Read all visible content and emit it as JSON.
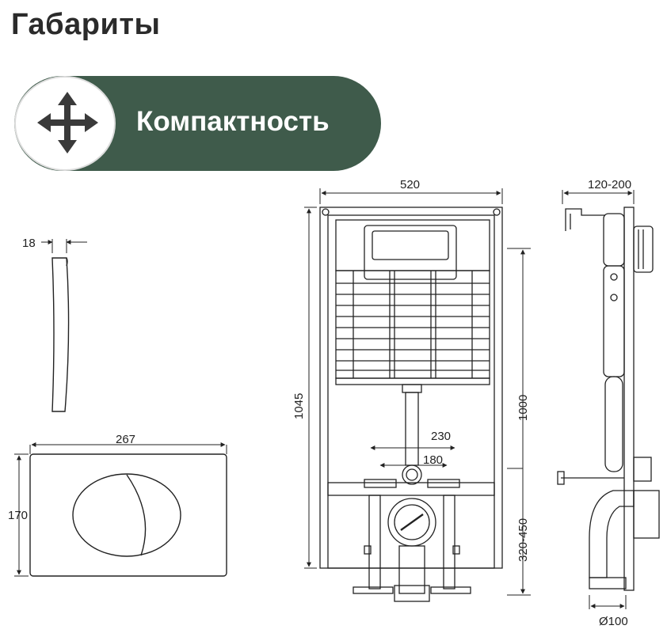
{
  "title": "Габариты",
  "badge": {
    "label": "Компактность",
    "icon": "four-way-arrows-icon",
    "color": "#3f5b4b"
  },
  "dimensions": {
    "width_frame": "520",
    "depth": "120-200",
    "height_total": "1045",
    "height_frame": "1000",
    "bolt_spacing_outer": "230",
    "bolt_spacing_inner": "180",
    "outlet_height": "320-450",
    "pipe_diameter": "Ø100",
    "plate_thickness": "18",
    "plate_width": "267",
    "plate_height": "170"
  }
}
